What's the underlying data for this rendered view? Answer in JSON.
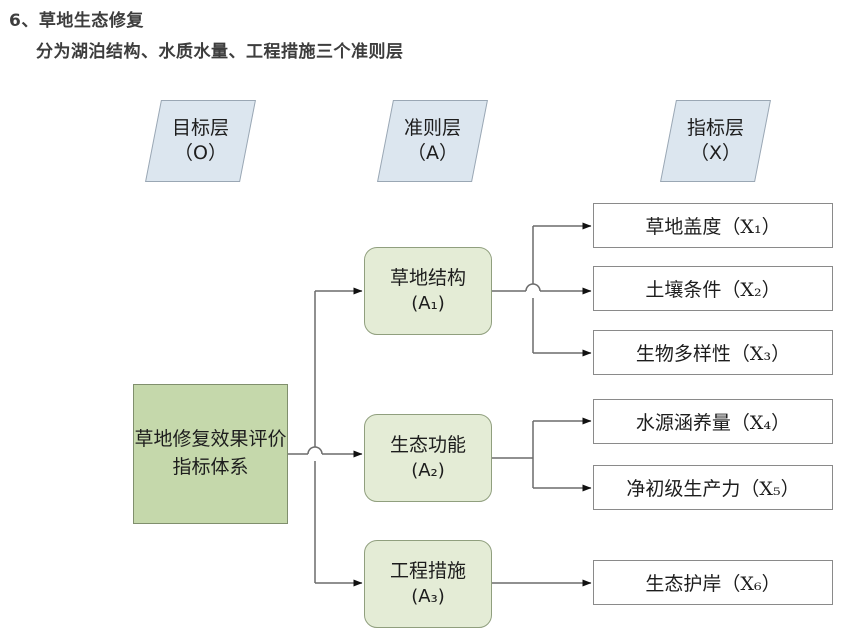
{
  "heading": {
    "line1": "6、草地生态修复",
    "line2": "分为湖泊结构、水质水量、工程措施三个准则层"
  },
  "layer_headers": [
    {
      "name": "goal",
      "title": "目标层",
      "code": "（O）"
    },
    {
      "name": "criteria",
      "title": "准则层",
      "code": "（A）"
    },
    {
      "name": "indicator",
      "title": "指标层",
      "code": "（X）"
    }
  ],
  "goal": {
    "label": "草地修复效果评价指标体系"
  },
  "criteria": [
    {
      "id": "A1",
      "label": "草地结构",
      "code": "(A₁)"
    },
    {
      "id": "A2",
      "label": "生态功能",
      "code": "(A₂)"
    },
    {
      "id": "A3",
      "label": "工程措施",
      "code": "(A₃)"
    }
  ],
  "indicators": [
    {
      "id": "X1",
      "label": "草地盖度（X₁）",
      "parent": "A1"
    },
    {
      "id": "X2",
      "label": "土壤条件（X₂）",
      "parent": "A1"
    },
    {
      "id": "X3",
      "label": "生物多样性（X₃）",
      "parent": "A1"
    },
    {
      "id": "X4",
      "label": "水源涵养量（X₄）",
      "parent": "A2"
    },
    {
      "id": "X5",
      "label": "净初级生产力（X₅）",
      "parent": "A2"
    },
    {
      "id": "X6",
      "label": "生态护岸（X₆）",
      "parent": "A3"
    }
  ],
  "colors": {
    "header_fill": "#dce6ef",
    "header_stroke": "#9aa7b4",
    "goal_fill": "#c5d8ab",
    "goal_stroke": "#808f6d",
    "criteria_fill": "#e4ecd6",
    "criteria_stroke": "#909f7e",
    "indicator_fill": "#ffffff",
    "indicator_stroke": "#8a8a8a",
    "connector": "#6b6b6b",
    "heading_text": "#3d3d3d"
  }
}
